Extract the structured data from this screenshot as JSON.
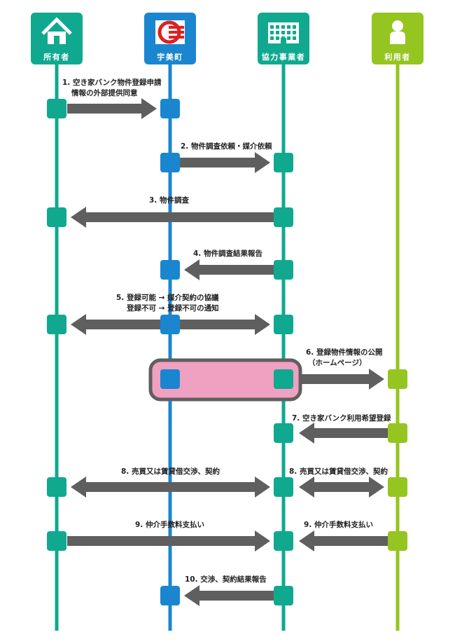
{
  "colors": {
    "teal": "#10a98f",
    "blue": "#1a86cf",
    "lime": "#95c520",
    "arrow": "#5f5f5f",
    "highlight_fill": "#f0a0c0",
    "highlight_border": "#5f5f5f",
    "text": "#222222"
  },
  "actors": [
    {
      "label": "所有者",
      "icon": "house-icon",
      "color": "#10a98f"
    },
    {
      "label": "宇美町",
      "icon": "town-emblem-icon",
      "color": "#1a86cf"
    },
    {
      "label": "協力事業者",
      "icon": "building-icon",
      "color": "#10a98f"
    },
    {
      "label": "利用者",
      "icon": "person-icon",
      "color": "#95c520"
    }
  ],
  "steps": [
    {
      "lines": [
        "1. 空き家バンク物件登録申請",
        "情報の外部提供同意"
      ]
    },
    {
      "lines": [
        "2. 物件調査依頼・媒介依頼"
      ]
    },
    {
      "lines": [
        "3. 物件調査"
      ]
    },
    {
      "lines": [
        "4. 物件調査結果報告"
      ]
    },
    {
      "lines": [
        "5. 登録可能 → 媒介契約の協議",
        "登録不可 → 登録不可の通知"
      ]
    },
    {
      "lines": [
        "6. 登録物件情報の公開",
        "（ホームページ）"
      ]
    },
    {
      "lines": [
        "7. 空き家バンク利用希望登録"
      ]
    },
    {
      "lines": [
        "8. 売買又は賃貸借交渉、契約"
      ]
    },
    {
      "lines": [
        "8. 売買又は賃貸借交渉、契約"
      ]
    },
    {
      "lines": [
        "9. 仲介手数料支払い"
      ]
    },
    {
      "lines": [
        "9. 仲介手数料支払い"
      ]
    },
    {
      "lines": [
        "10. 交渉、契約結果報告"
      ]
    }
  ]
}
